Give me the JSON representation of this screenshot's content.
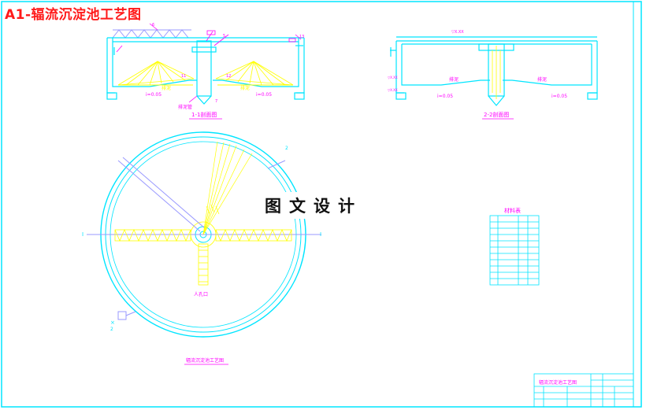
{
  "title": "A1-辐流沉淀池工艺图",
  "overlay_caption": "图文设计",
  "colors": {
    "frame": "#00e5ff",
    "structure": "#00e5ff",
    "sludge": "#ffff00",
    "label": "#ff00ff",
    "title": "#ff1a1a",
    "scraper": "#9999ff"
  },
  "section_1": {
    "caption": "1-1剖面图",
    "slope_left": "i=0.05",
    "slope_right": "i=0.05",
    "sludge_left": "排泥",
    "sludge_right": "排泥",
    "outlet": "排泥管"
  },
  "section_2": {
    "caption": "2-2剖面图",
    "slope": "i=0.05",
    "sludge_left": "排泥",
    "sludge_right": "排泥"
  },
  "plan": {
    "caption": "辐流沉淀池工艺图",
    "manhole": "人孔口"
  },
  "materials_table": {
    "title": "材料表"
  },
  "title_block": {
    "name": "辐流沉淀池工艺图"
  }
}
